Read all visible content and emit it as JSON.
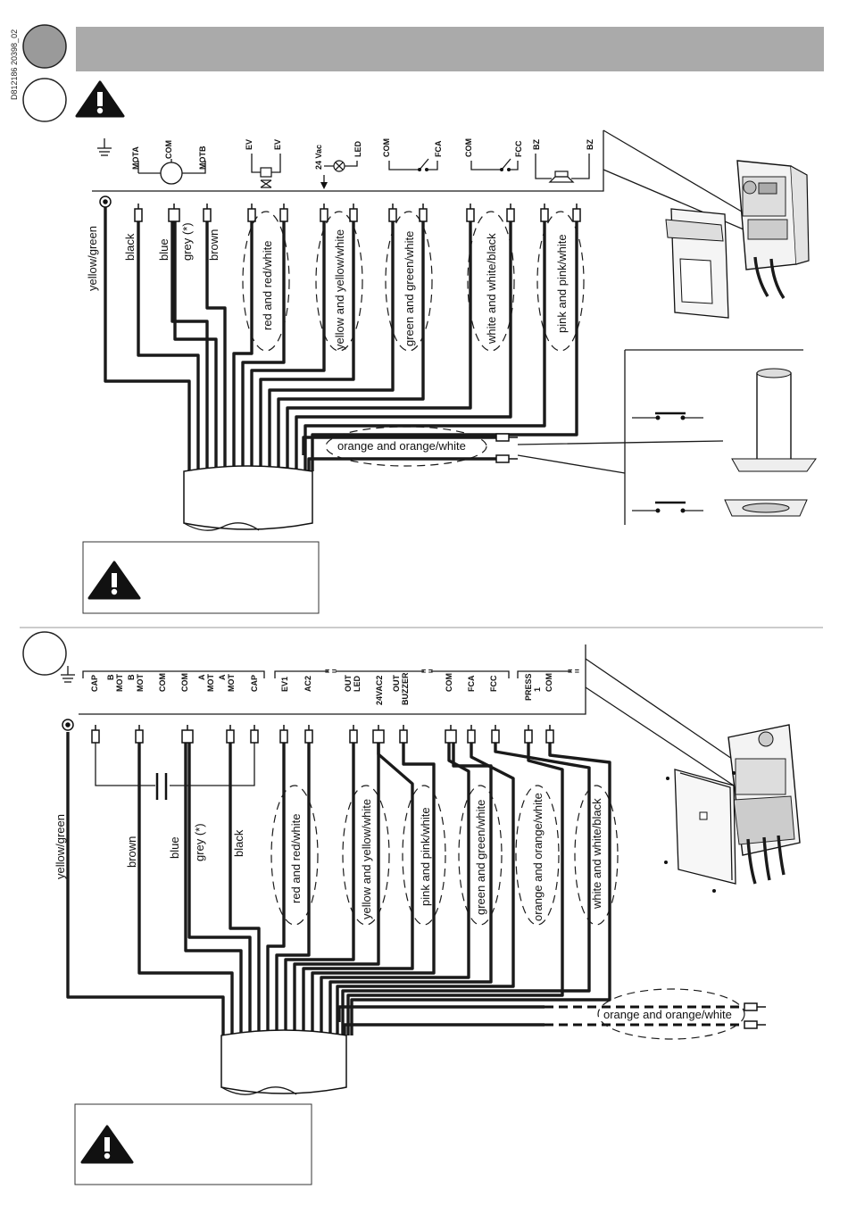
{
  "document": {
    "id": "D812186 20398_02"
  },
  "diagram1": {
    "terminals": [
      "MOTA",
      "COM",
      "MOTB",
      "EV",
      "EV",
      "24 Vac",
      "LED",
      "COM",
      "FCA",
      "COM",
      "FCC",
      "BZ",
      "BZ"
    ],
    "wire_labels": {
      "yellow_green": "yellow/green",
      "black": "black",
      "blue": "blue",
      "grey": "grey (*)",
      "brown": "brown",
      "red_pair": "red and red/white",
      "yellow_pair": "yellow and yellow/white",
      "green_pair": "green and green/white",
      "white_pair": "white and white/black",
      "pink_pair": "pink and pink/white",
      "orange_pair": "orange and orange/white"
    }
  },
  "diagram2": {
    "terminals": [
      "CAP",
      "B",
      "MOT",
      "MOT",
      "B",
      "COM",
      "COM",
      "A",
      "MOT",
      "A",
      "MOT",
      "CAP",
      "EV1",
      "AC2",
      "OUT",
      "LED",
      "24VAC2",
      "OUT",
      "BUZZER",
      "COM",
      "FCA",
      "FCC",
      "PRESS",
      "1",
      "COM"
    ],
    "wire_labels": {
      "yellow_green": "yellow/green",
      "brown": "brown",
      "blue": "blue",
      "grey": "grey (*)",
      "black": "black",
      "red_pair": "red and red/white",
      "yellow_pair": "yellow and yellow/white",
      "pink_pair": "pink and pink/white",
      "green_pair": "green and green/white",
      "orange_pair": "orange and orange/white",
      "white_pair": "white and white/black",
      "orange_pair_out": "orange and orange/white"
    }
  },
  "icons": {
    "warning": "warning-triangle-icon",
    "ground": "ground-icon",
    "motor": "motor-icon",
    "valve": "solenoid-valve-icon",
    "lamp": "lamp-icon",
    "buzzer": "buzzer-icon",
    "capacitor": "capacitor-icon"
  }
}
